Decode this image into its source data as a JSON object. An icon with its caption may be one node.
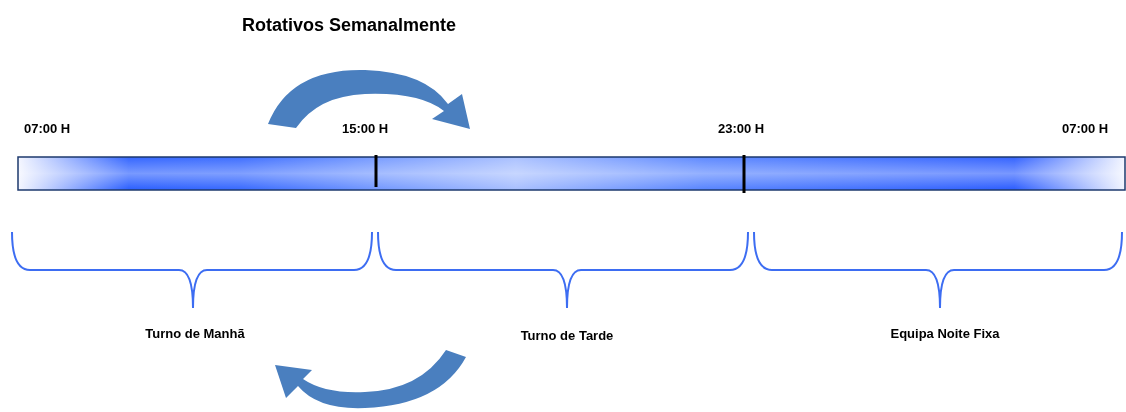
{
  "diagram": {
    "title": "Rotativos Semanalmente",
    "labels": [
      "07:00 H",
      "15:00 H",
      "23:00 H",
      "07:00 H",
      "Turno de Manhã",
      "Turno de Tarde",
      "Equipa Noite Fixa"
    ]
  }
}
